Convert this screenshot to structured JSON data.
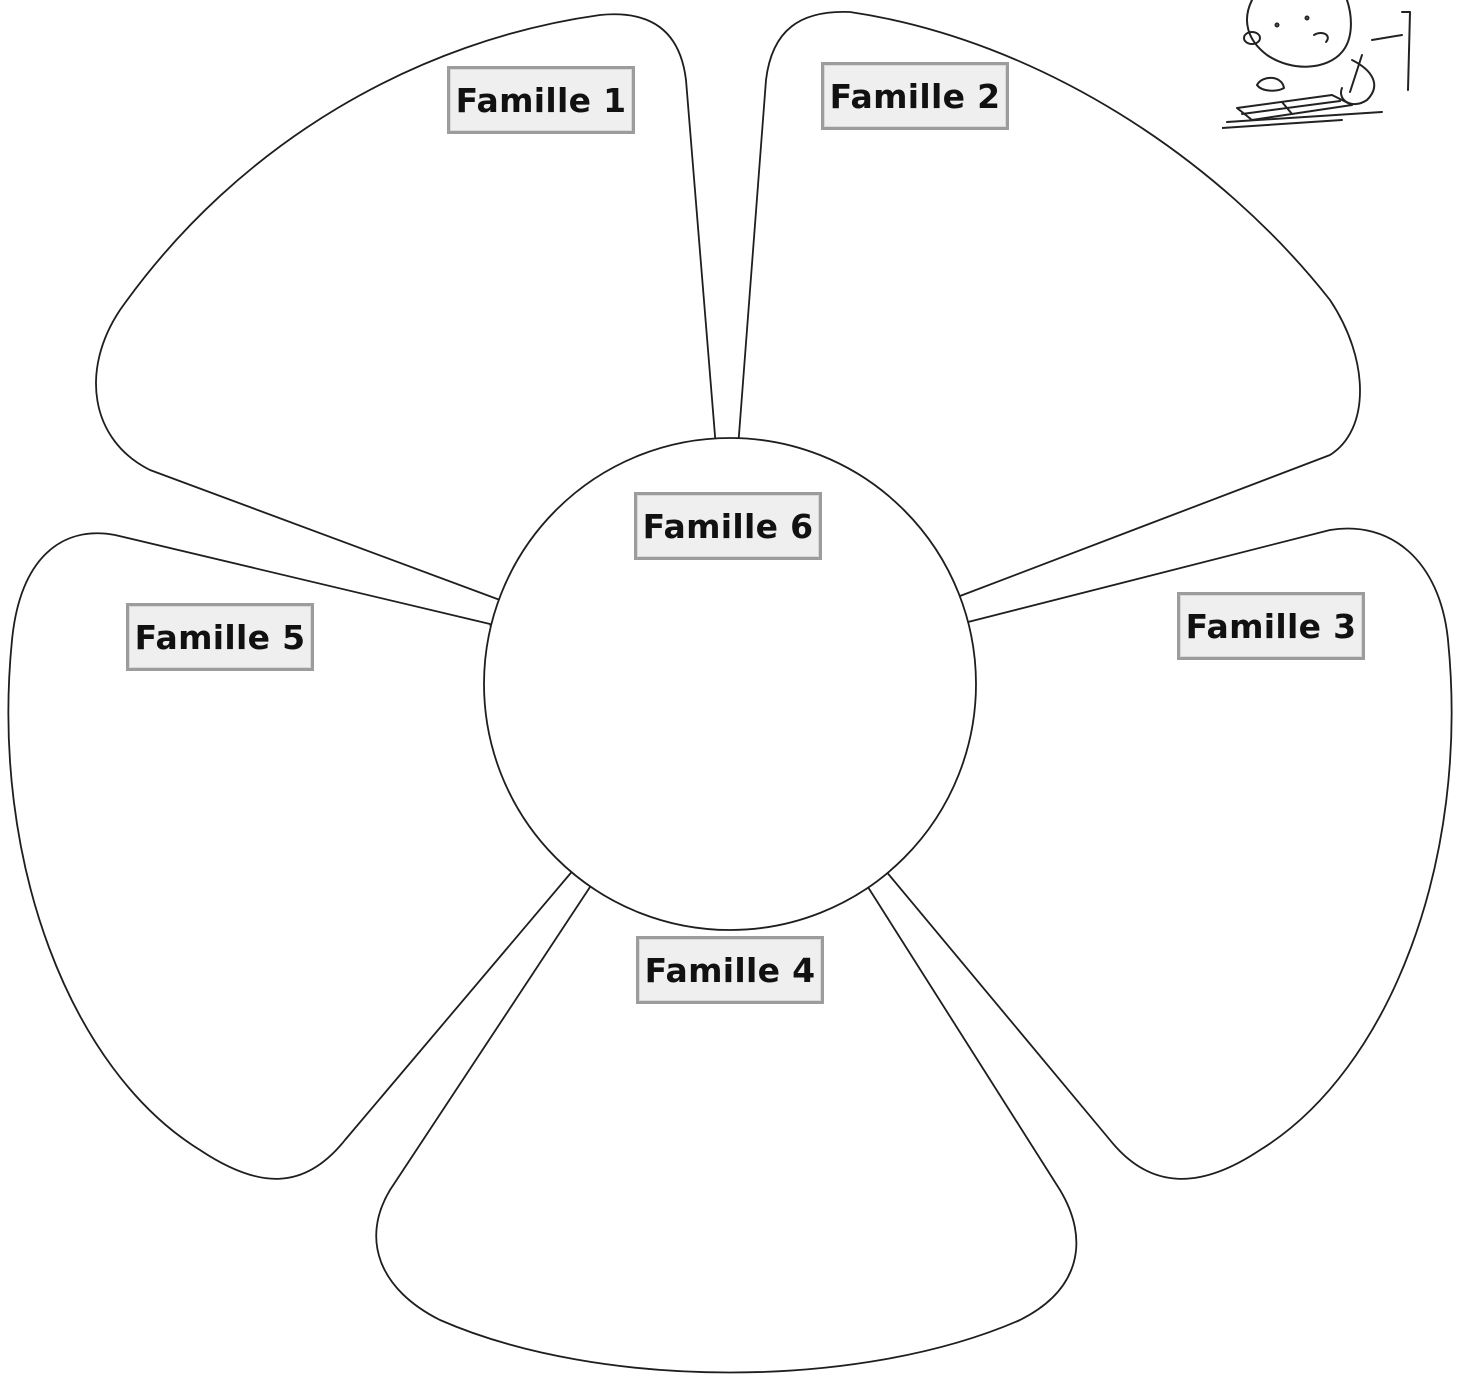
{
  "diagram": {
    "type": "flower",
    "petals": [
      {
        "id": "petal-1",
        "label": "Famille 1"
      },
      {
        "id": "petal-2",
        "label": "Famille 2"
      },
      {
        "id": "petal-3",
        "label": "Famille 3"
      },
      {
        "id": "petal-4",
        "label": "Famille 4"
      },
      {
        "id": "petal-5",
        "label": "Famille 5"
      }
    ],
    "center": {
      "label": "Famille 6"
    }
  },
  "decoration": {
    "icon": "child-writing-icon"
  },
  "colors": {
    "outline": "#1e1e1e",
    "label_fill": "#efefef",
    "label_border": "#9c9c9c",
    "text": "#111111"
  }
}
